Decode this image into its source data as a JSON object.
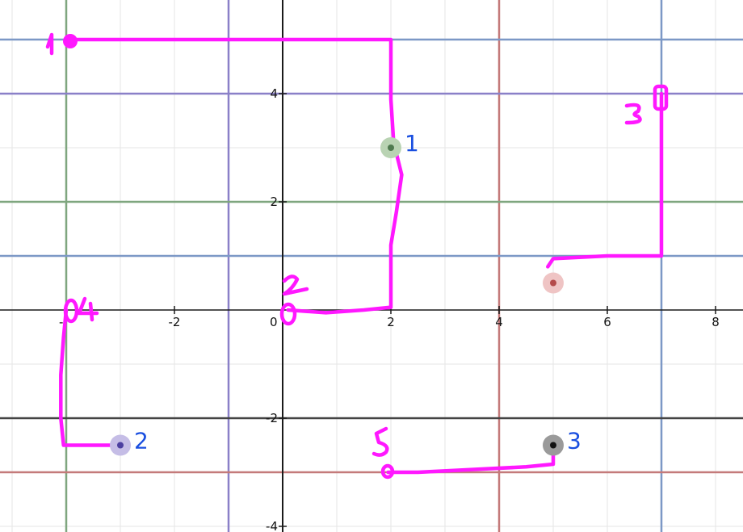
{
  "graph": {
    "x_ticks": [
      -2,
      2,
      4,
      6,
      8
    ],
    "y_ticks": [
      -4,
      -2,
      2,
      4
    ],
    "origin_label": "0",
    "x_axis_clipped_label": "-",
    "colors": {
      "axis": "#1a1a1a",
      "grid": "#e6e6e6",
      "green": "#7fa67f",
      "purple": "#8a80c8",
      "blue": "#7c98c6",
      "red": "#c47a7a",
      "dark": "#444444",
      "ink": "#ff18ff",
      "label_blue": "#1a4fe0"
    },
    "vertical_lines": [
      {
        "x": -4,
        "color_key": "green"
      },
      {
        "x": -1,
        "color_key": "purple"
      },
      {
        "x": 4,
        "color_key": "red"
      },
      {
        "x": 7,
        "color_key": "blue"
      }
    ],
    "horizontal_lines": [
      {
        "y": 5,
        "color_key": "blue"
      },
      {
        "y": 4,
        "color_key": "purple"
      },
      {
        "y": 2,
        "color_key": "green"
      },
      {
        "y": 1,
        "color_key": "blue"
      },
      {
        "y": -2,
        "color_key": "dark"
      },
      {
        "y": -3,
        "color_key": "red"
      }
    ],
    "points": [
      {
        "x": 2,
        "y": 3,
        "label": "1",
        "color": "#4f7a4f",
        "halo": "#b9d3b3"
      },
      {
        "x": -3,
        "y": -2.5,
        "label": "2",
        "color": "#4c3fa0",
        "halo": "#c5bde6"
      },
      {
        "x": 5,
        "y": -2.5,
        "label": "3",
        "color": "#111111",
        "halo": "#9a9a9a"
      },
      {
        "x": 5,
        "y": 0.5,
        "label": "",
        "color": "#b44a4a",
        "halo": "#efc4c4"
      }
    ],
    "annotations": [
      {
        "id": "ink-1",
        "text": "1",
        "path": [
          [
            -3.9,
            5
          ],
          [
            -3,
            5
          ],
          [
            -1,
            5
          ],
          [
            0.5,
            5
          ],
          [
            2,
            5
          ],
          [
            2,
            4.5
          ],
          [
            2,
            3.9
          ],
          [
            2.05,
            3.1
          ],
          [
            2.2,
            2.5
          ],
          [
            2.1,
            1.8
          ],
          [
            2,
            1.2
          ],
          [
            2,
            0.05
          ],
          [
            1.5,
            0
          ],
          [
            0.8,
            -0.05
          ],
          [
            0.1,
            0
          ]
        ]
      },
      {
        "id": "ink-2",
        "text": "2",
        "path": []
      },
      {
        "id": "ink-3",
        "text": "3",
        "path": [
          [
            7,
            4
          ],
          [
            7,
            3
          ],
          [
            7,
            2
          ],
          [
            7,
            1
          ],
          [
            6,
            1
          ],
          [
            5,
            0.95
          ],
          [
            4.9,
            0.8
          ]
        ]
      },
      {
        "id": "ink-4",
        "text": "4",
        "path": [
          [
            -4,
            0
          ],
          [
            -4.05,
            -0.5
          ],
          [
            -4.1,
            -1.2
          ],
          [
            -4.1,
            -2
          ],
          [
            -4.05,
            -2.5
          ],
          [
            -3.6,
            -2.5
          ],
          [
            -3.2,
            -2.5
          ]
        ]
      },
      {
        "id": "ink-5",
        "text": "5",
        "path": [
          [
            1.95,
            -3
          ],
          [
            2.5,
            -3
          ],
          [
            3.5,
            -2.95
          ],
          [
            4.5,
            -2.9
          ],
          [
            5,
            -2.85
          ],
          [
            5,
            -2.65
          ]
        ]
      }
    ]
  }
}
